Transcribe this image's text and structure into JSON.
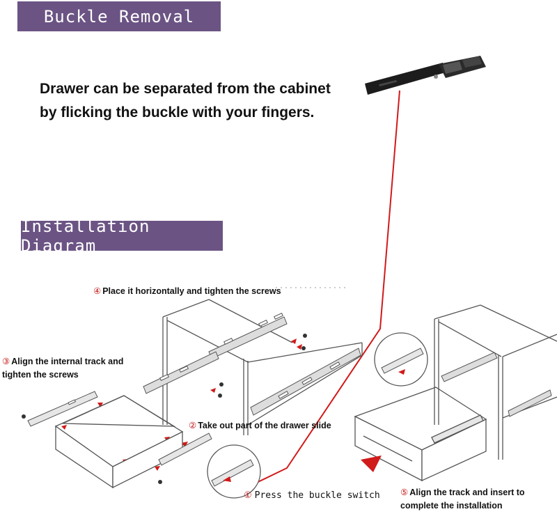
{
  "banners": {
    "buckle_removal": "Buckle Removal",
    "installation_diagram": "Installation Diagram"
  },
  "intro": {
    "line1": "Drawer can be separated from the cabinet",
    "line2": "by flicking the buckle with your fingers."
  },
  "steps": [
    {
      "num": "①",
      "text": "Press the buckle switch"
    },
    {
      "num": "②",
      "text": "Take out part of the drawer slide"
    },
    {
      "num": "③",
      "text": "Align the internal track and",
      "text2": "tighten the screws"
    },
    {
      "num": "④",
      "text": "Place it horizontally and tighten the screws"
    },
    {
      "num": "⑤",
      "text": "Align the track and insert to",
      "text2": "complete the installation"
    }
  ],
  "colors": {
    "banner": "#6b5484",
    "pointer": "#d11a1a",
    "line_art": "#555555"
  }
}
